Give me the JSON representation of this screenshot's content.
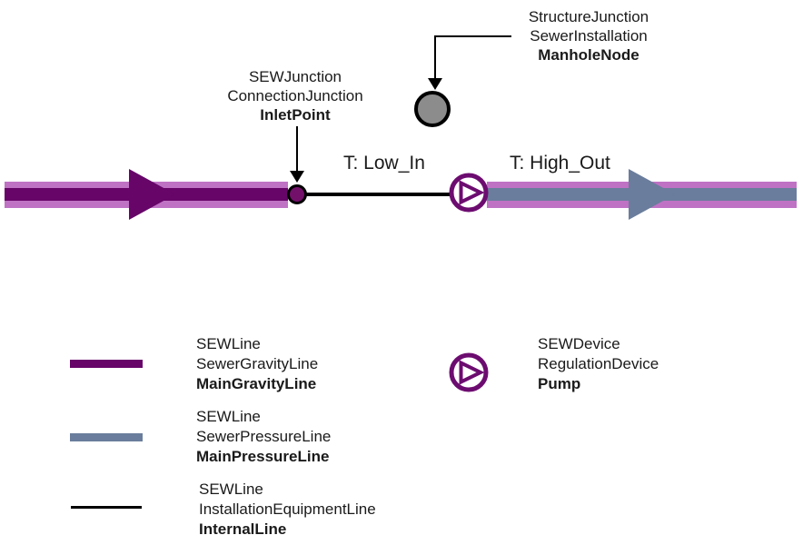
{
  "colors": {
    "gravity_outer": "#BF72C4",
    "gravity_inner": "#670569",
    "pressure_outer": "#BF72C4",
    "pressure_inner": "#6A7D9C",
    "internal_line": "#000000",
    "pump_stroke": "#6D0C70",
    "manhole_fill": "#8C8C8C",
    "inlet_fill": "#73106A"
  },
  "annotations": {
    "manhole": {
      "line1": "StructureJunction",
      "line2": "SewerInstallation",
      "bold": "ManholeNode"
    },
    "inlet": {
      "line1": "SEWJunction",
      "line2": "ConnectionJunction",
      "bold": "InletPoint"
    }
  },
  "line_labels": {
    "low_in": "T: Low_In",
    "high_out": "T: High_Out"
  },
  "legend": {
    "gravity": {
      "line1": "SEWLine",
      "line2": "SewerGravityLine",
      "bold": "MainGravityLine"
    },
    "pressure": {
      "line1": "SEWLine",
      "line2": "SewerPressureLine",
      "bold": "MainPressureLine"
    },
    "internal": {
      "line1": "SEWLine",
      "line2": "InstallationEquipmentLine",
      "bold": "InternalLine"
    },
    "pump": {
      "line1": "SEWDevice",
      "line2": "RegulationDevice",
      "bold": "Pump"
    }
  }
}
